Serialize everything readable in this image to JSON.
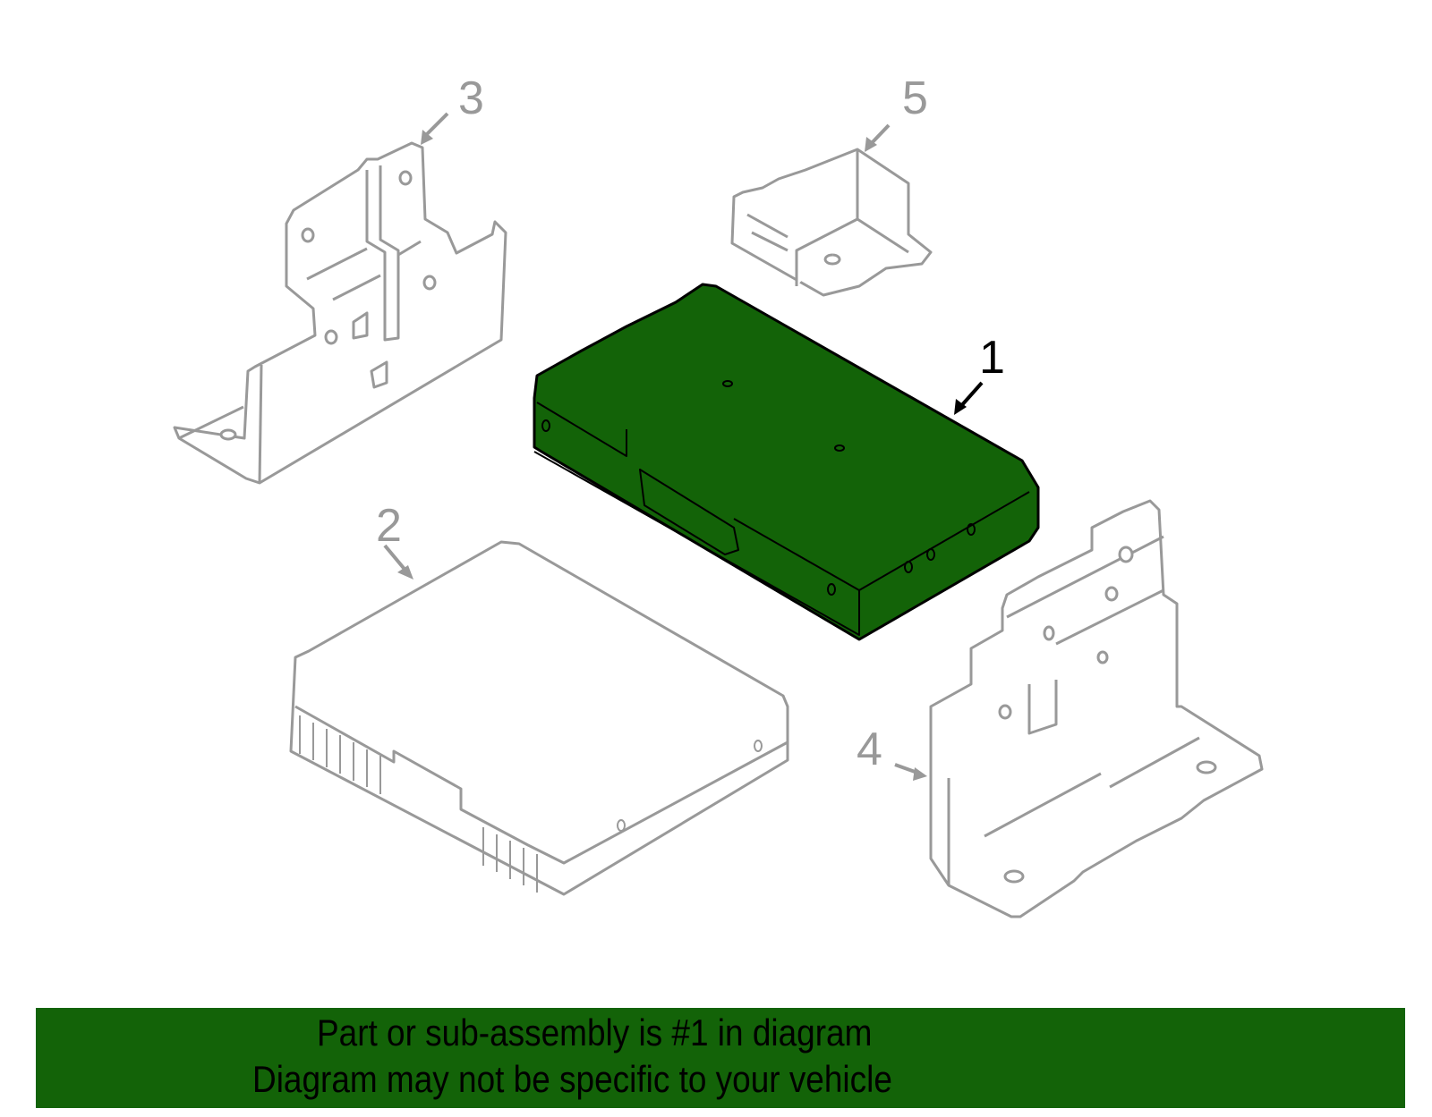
{
  "diagram": {
    "highlight_color": "#136308",
    "part_outline_color": "#999999",
    "highlighted_part": "1",
    "parts": [
      {
        "number": "1",
        "description": "control module (highlighted)"
      },
      {
        "number": "2",
        "description": "control module"
      },
      {
        "number": "3",
        "description": "mounting bracket"
      },
      {
        "number": "4",
        "description": "mounting bracket"
      },
      {
        "number": "5",
        "description": "relay / connector housing"
      }
    ]
  },
  "banner": {
    "line1": "Part or sub-assembly is #1 in diagram",
    "line2": "Diagram may not be specific to your vehicle",
    "background": "#136308"
  }
}
